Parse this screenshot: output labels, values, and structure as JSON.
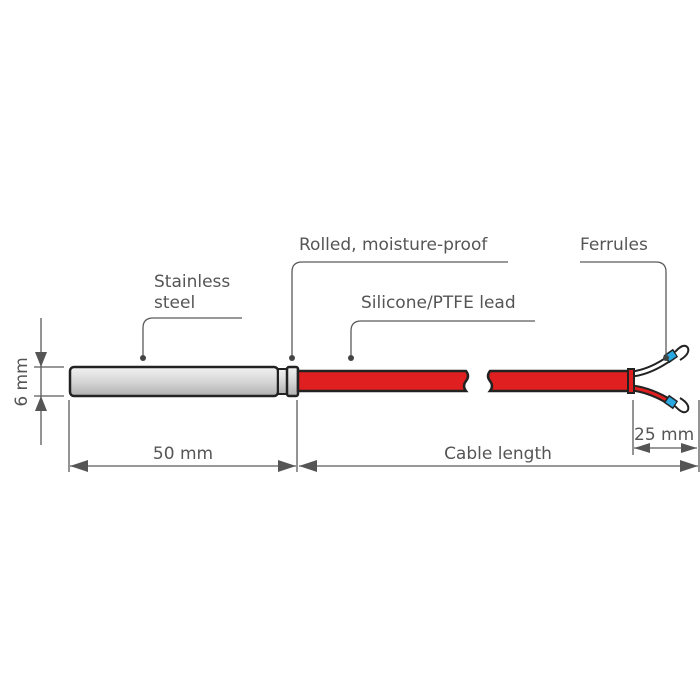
{
  "labels": {
    "stainless_line1": "Stainless",
    "stainless_line2": "steel",
    "rolled": "Rolled, moisture-proof",
    "lead": "Silicone/PTFE lead",
    "ferrules": "Ferrules"
  },
  "dimensions": {
    "diameter": "6 mm",
    "sensor_length": "50 mm",
    "cable_length": "Cable length",
    "strip_length": "25 mm"
  },
  "colors": {
    "cable": "#e02020",
    "cable_outline": "#222222",
    "ferrule": "#2aa8e0",
    "steel_light": "#f0f0f0",
    "steel_dark": "#b8b8b8",
    "text": "#555555"
  }
}
